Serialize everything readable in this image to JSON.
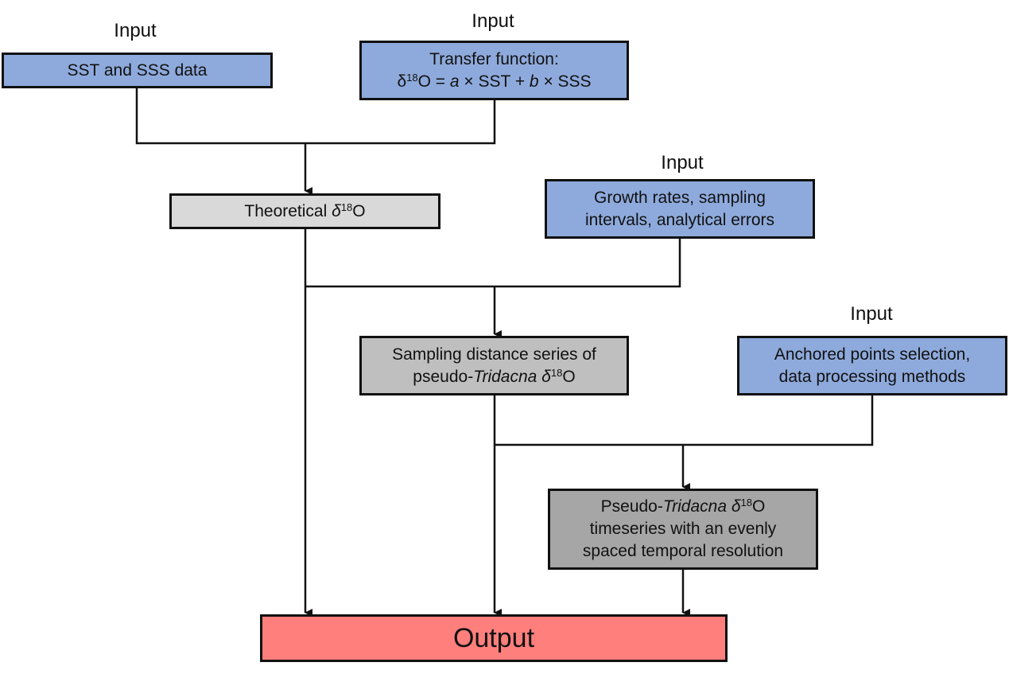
{
  "diagram": {
    "input_label": "Input",
    "nodes": {
      "sst_sss": {
        "text": "SST and SSS data",
        "color": "#8eaadc"
      },
      "transfer": {
        "line1": "Transfer function:",
        "delta": "δ",
        "sup": "18",
        "o_eq": "O = ",
        "a": "a",
        "mid": " × SST + ",
        "b": "b",
        "end": " × SSS",
        "color": "#8eaadc"
      },
      "theoretical": {
        "prefix": "Theoretical ",
        "delta": "δ",
        "sup": "18",
        "suffix": "O",
        "color": "#d9d9d9"
      },
      "growth": {
        "line1": "Growth rates, sampling",
        "line2": "intervals, analytical errors",
        "color": "#8eaadc"
      },
      "sampling": {
        "line1": "Sampling distance series of",
        "prefix": "pseudo-",
        "italic": "Tridacna",
        "delta": " δ",
        "sup": "18",
        "suffix": "O",
        "color": "#bfbfbf"
      },
      "anchored": {
        "line1": "Anchored points selection,",
        "line2": "data processing methods",
        "color": "#8eaadc"
      },
      "timeseries": {
        "prefix": "Pseudo-",
        "italic": "Tridacna",
        "delta": " δ",
        "sup": "18",
        "suffix": "O",
        "line2": "timeseries with an evenly",
        "line3": "spaced temporal resolution",
        "color": "#a6a6a6"
      },
      "output": {
        "text": "Output",
        "color": "#ff7f7c"
      }
    }
  }
}
